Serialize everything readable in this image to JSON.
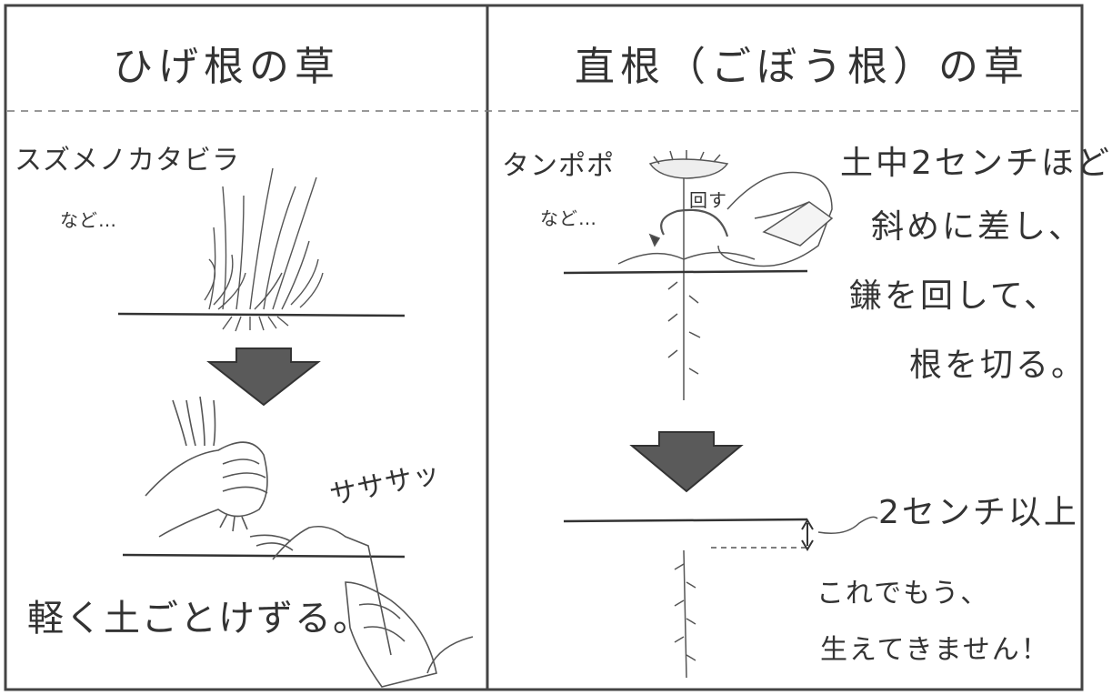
{
  "left": {
    "title": "ひげ根の草",
    "example": "スズメノカタビラ",
    "etc": "など…",
    "sound": "サササッ",
    "caption": "軽く土ごとけずる。"
  },
  "right": {
    "title": "直根（ごぼう根）の草",
    "example": "タンポポ",
    "etc": "など…",
    "rotate_label": "回す",
    "instruction": [
      "土中2センチほど",
      "斜めに差し、",
      "鎌を回して、",
      "根を切る。"
    ],
    "depth_label": "2センチ以上",
    "result": [
      "これでもう、",
      "生えてきません！"
    ]
  },
  "colors": {
    "ink": "#2a2a2a",
    "arrow": "#555555",
    "border": "#444444"
  }
}
